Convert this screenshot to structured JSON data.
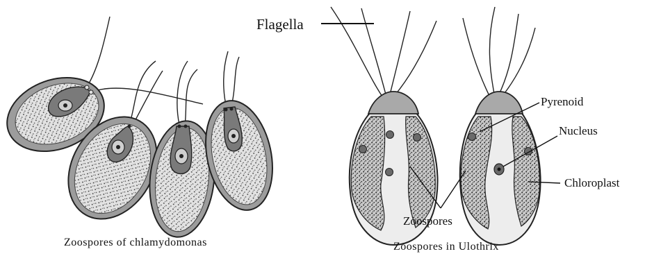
{
  "labels": {
    "flagella": "Flagella",
    "pyrenoid": "Pyrenoid",
    "nucleus": "Nucleus",
    "chloroplast": "Chloroplast",
    "zoospores": "Zoospores"
  },
  "captions": {
    "chlamydomonas": "Zoospores  of  chlamydomonas",
    "ulothrix": "Zoospores  in  Ulothrix"
  },
  "colors": {
    "outer_wall": "#9c9c9c",
    "cytoplasm": "#dcdcdc",
    "nucleus_region": "#7a7a7a",
    "cap": "#a9a9a9",
    "cell_interior": "#ededed",
    "ink": "#222222"
  }
}
